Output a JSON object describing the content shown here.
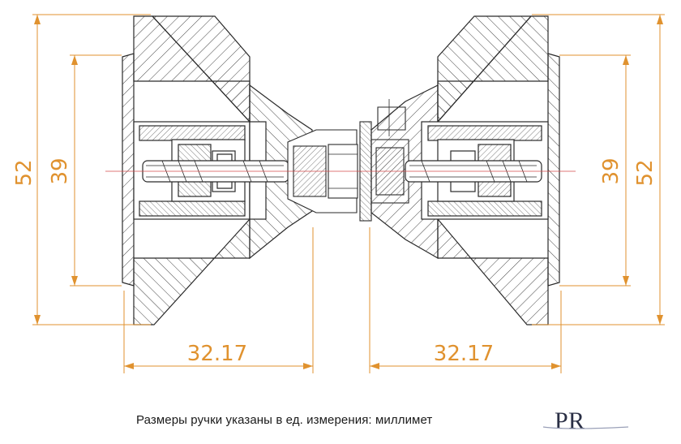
{
  "dimensions": {
    "left_outer_height": "52",
    "left_inner_height": "39",
    "right_inner_height": "39",
    "right_outer_height": "52",
    "left_width": "32.17",
    "right_width": "32.17"
  },
  "caption": "Размеры ручки указаны в ед. измерения: миллимет",
  "colors": {
    "dimension": "#e0922f",
    "outline": "#2a2a2a",
    "center_line": "#d44a4a",
    "logo": "#2a2f45"
  }
}
